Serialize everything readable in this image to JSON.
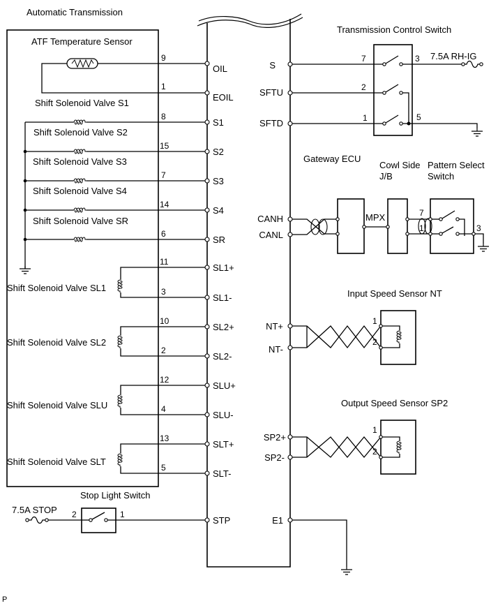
{
  "title": "Automatic Transmission",
  "atf_sensor": {
    "label": "ATF Temperature Sensor",
    "pins": [
      "9",
      "1"
    ],
    "terminals": [
      "OIL",
      "EOIL"
    ]
  },
  "solenoids_s": {
    "labels": [
      "Shift Solenoid Valve S1",
      "Shift Solenoid Valve S2",
      "Shift Solenoid Valve S3",
      "Shift Solenoid Valve S4",
      "Shift Solenoid Valve SR"
    ],
    "pins": [
      "8",
      "15",
      "7",
      "14",
      "6"
    ],
    "terminals": [
      "S1",
      "S2",
      "S3",
      "S4",
      "SR"
    ]
  },
  "solenoids_l": {
    "labels": [
      "Shift Solenoid Valve SL1",
      "Shift Solenoid Valve SL2",
      "Shift Solenoid Valve SLU",
      "Shift Solenoid Valve SLT"
    ],
    "pins": [
      [
        "11",
        "3"
      ],
      [
        "10",
        "2"
      ],
      [
        "12",
        "4"
      ],
      [
        "13",
        "5"
      ]
    ],
    "terminals": [
      [
        "SL1+",
        "SL1-"
      ],
      [
        "SL2+",
        "SL2-"
      ],
      [
        "SLU+",
        "SLU-"
      ],
      [
        "SLT+",
        "SLT-"
      ]
    ]
  },
  "stop_light": {
    "label": "Stop Light Switch",
    "fuse": "7.5A STOP",
    "pins": [
      "2",
      "1"
    ],
    "terminal": "STP"
  },
  "tcs": {
    "label": "Transmission Control Switch",
    "fuse": "7.5A RH-IG",
    "terminals": [
      "S",
      "SFTU",
      "SFTD"
    ],
    "pins": [
      "7",
      "2",
      "1"
    ],
    "pin_power": "3",
    "pin_ground": "5"
  },
  "can": {
    "gateway": "Gateway ECU",
    "cowl": [
      "Cowl Side",
      "J/B"
    ],
    "pattern": [
      "Pattern Select",
      "Switch"
    ],
    "terminals": [
      "CANH",
      "CANL"
    ],
    "mpx": "MPX",
    "pattern_pins": [
      "7",
      "1",
      "3"
    ]
  },
  "nt": {
    "label": "Input Speed Sensor NT",
    "terminals": [
      "NT+",
      "NT-"
    ],
    "pins": [
      "1",
      "2"
    ]
  },
  "sp2": {
    "label": "Output Speed Sensor SP2",
    "terminals": [
      "SP2+",
      "SP2-"
    ],
    "pins": [
      "1",
      "2"
    ]
  },
  "ground_terminal": "E1",
  "footer": "P"
}
